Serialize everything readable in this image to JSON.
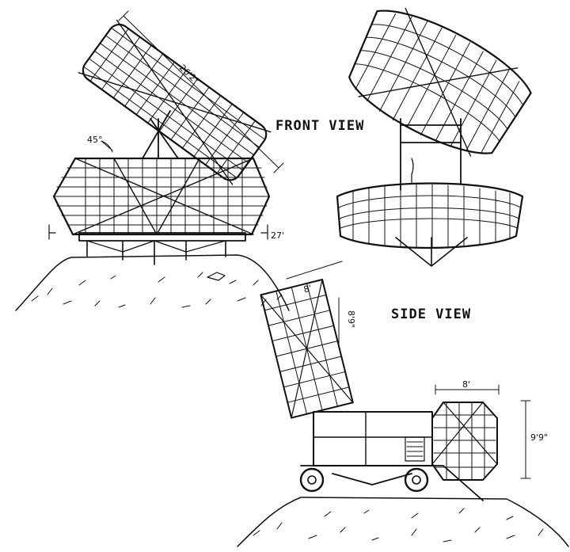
{
  "labels": {
    "front_view": "FRONT VIEW",
    "side_view": "SIDE VIEW"
  },
  "dimensions": {
    "top_length": "26'2\"",
    "tilt_angle": "45°",
    "base_depth": "27'",
    "side_top": "8'",
    "side_height": "8'9\"",
    "rear_width": "8'",
    "rear_height": "9'9\""
  },
  "colors": {
    "ink": "#111111",
    "paper": "#ffffff"
  }
}
